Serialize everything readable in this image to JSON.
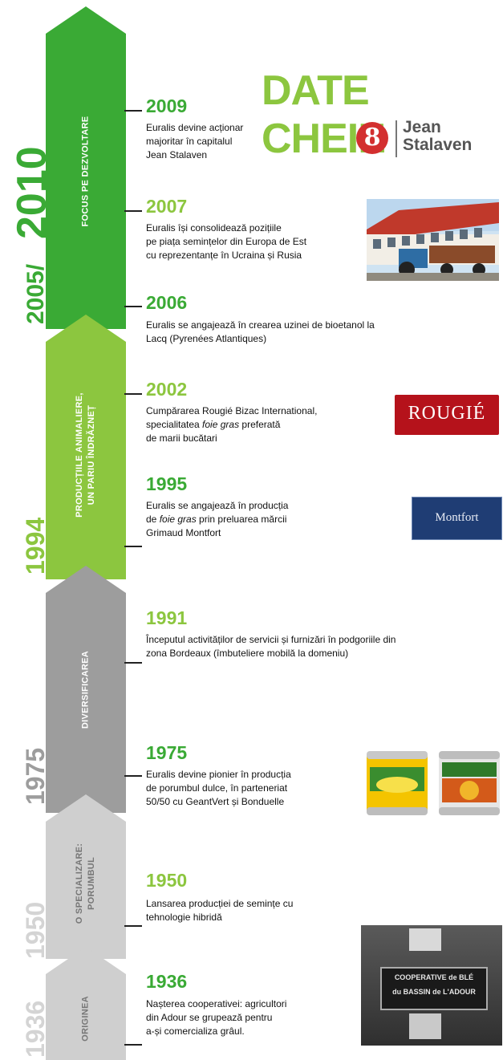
{
  "title": "DATE CHEIE",
  "colors": {
    "dark_green": "#3aaa35",
    "light_green": "#8cc63f",
    "dark_gray": "#9d9d9d",
    "light_gray": "#cfcfcf"
  },
  "phases": [
    {
      "label": "FOCUS PE DEZVOLTARE",
      "color": "#3aaa35"
    },
    {
      "label_line1": "PRODUCȚIILE ANIMALIERE,",
      "label_line2": "UN PARIU ÎNDRĂZNEȚ",
      "color": "#8cc63f"
    },
    {
      "label": "DIVERSIFICAREA",
      "color": "#9d9d9d"
    },
    {
      "label_line1": "O SPECIALIZARE:",
      "label_line2": "PORUMBUL",
      "color": "#cfcfcf"
    },
    {
      "label": "ORIGINEA",
      "color": "#cfcfcf"
    }
  ],
  "eras": {
    "e2005": "2005/",
    "e2010": "2010",
    "e1994": "1994",
    "e1975": "1975",
    "e1950": "1950",
    "e1936": "1936"
  },
  "events": [
    {
      "year": "2009",
      "lines": [
        "Euralis devine acționar",
        "majoritar în capitalul",
        "Jean Stalaven"
      ]
    },
    {
      "year": "2007",
      "lines": [
        "Euralis își consolidează pozițiile",
        "pe piața semințelor din Europa de Est",
        "cu reprezentanțe în Ucraina și Rusia"
      ]
    },
    {
      "year": "2006",
      "lines": [
        "Euralis se angajează în crearea uzinei de bioetanol la",
        "Lacq (Pyrenées Atlantiques)"
      ]
    },
    {
      "year": "2002",
      "line1": "Cumpărarea Rougié Bizac International,",
      "line2_pre": "specialitatea ",
      "line2_em": "foie gras",
      "line2_post": " preferată",
      "line3": "de marii bucătari"
    },
    {
      "year": "1995",
      "line1": "Euralis se angajează în producția",
      "line2_pre": "de ",
      "line2_em": "foie gras",
      "line2_post": " prin preluarea mărcii",
      "line3": "Grimaud Montfort"
    },
    {
      "year": "1991",
      "lines": [
        "Începutul activităților de servicii și furnizări în podgoriile din",
        "zona Bordeaux (îmbuteliere mobilă la domeniu)"
      ]
    },
    {
      "year": "1975",
      "lines": [
        "Euralis devine pionier în producția",
        "de porumbul dulce, în parteneriat",
        "50/50 cu GeantVert și Bonduelle"
      ]
    },
    {
      "year": "1950",
      "lines": [
        "Lansarea producției de semințe cu",
        "tehnologie hibridă"
      ]
    },
    {
      "year": "1936",
      "lines": [
        "Nașterea cooperativei: agricultori",
        "din Adour se grupează pentru",
        "a-și comercializa grâul."
      ]
    }
  ],
  "logos": {
    "jean": "Jean",
    "stalaven": "Stalaven",
    "rougie": "ROUGIÉ",
    "montfort": "Montfort",
    "sign_line1": "COOPERATIVE de BLÉ",
    "sign_line2": "du BASSIN de L'ADOUR"
  }
}
